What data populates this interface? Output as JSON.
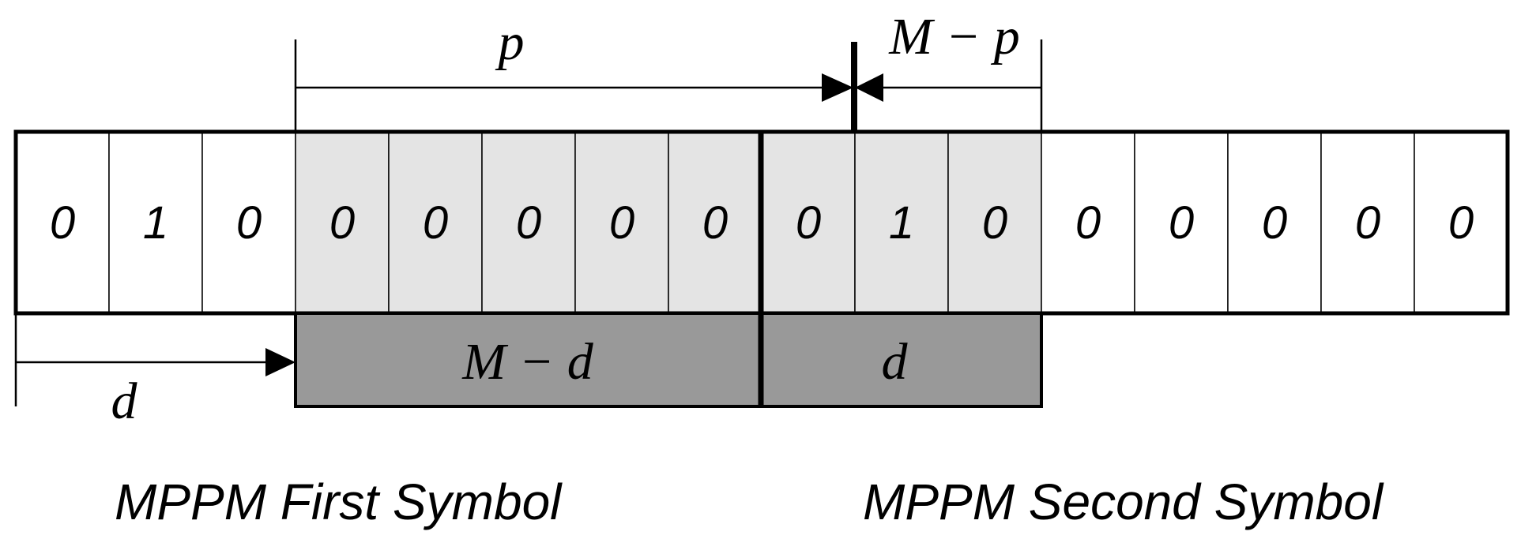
{
  "slots": [
    "0",
    "1",
    "0",
    "0",
    "0",
    "0",
    "0",
    "0",
    "0",
    "1",
    "0",
    "0",
    "0",
    "0",
    "0",
    "0"
  ],
  "shaded_slots": [
    3,
    4,
    5,
    6,
    7,
    8,
    9,
    10
  ],
  "labels": {
    "p": "p",
    "m_minus_p": "M − p",
    "m_minus_d": "M − d",
    "d_block": "d",
    "d_arrow": "d"
  },
  "captions": {
    "first_symbol": "MPPM First Symbol",
    "second_symbol": "MPPM Second Symbol"
  },
  "colors": {
    "shaded_slot": "#e4e4e4",
    "offset_block": "#999999",
    "line": "#000000",
    "background": "#ffffff"
  }
}
